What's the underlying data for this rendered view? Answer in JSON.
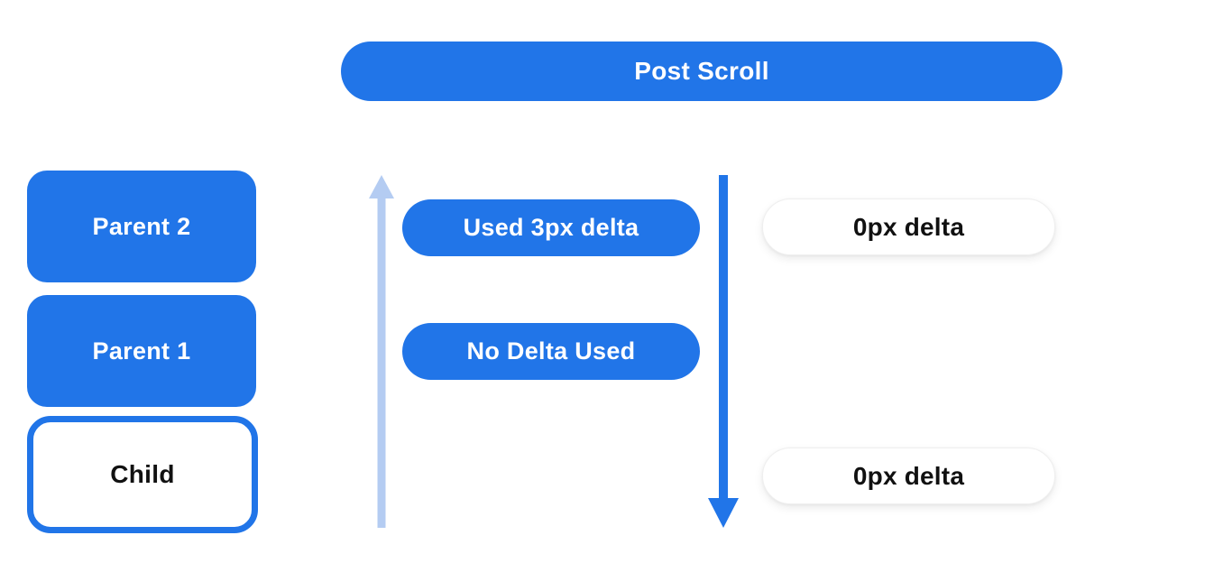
{
  "banner": {
    "label": "Post Scroll"
  },
  "nodes": {
    "parent2": {
      "label": "Parent 2"
    },
    "parent1": {
      "label": "Parent 1"
    },
    "child": {
      "label": "Child"
    }
  },
  "middle_pills": {
    "used_delta": {
      "label": "Used 3px delta"
    },
    "no_delta": {
      "label": "No Delta Used"
    }
  },
  "right_pills": {
    "top": {
      "label": "0px delta"
    },
    "bottom": {
      "label": "0px delta"
    }
  },
  "icons": {
    "up_arrow": "light-blue-up-arrow",
    "down_arrow": "blue-down-arrow"
  },
  "colors": {
    "primary_blue": "#2175e8",
    "light_blue": "#b4ccf2",
    "pill_white": "#ffffff",
    "text_white": "#ffffff",
    "text_dark": "#111111"
  }
}
